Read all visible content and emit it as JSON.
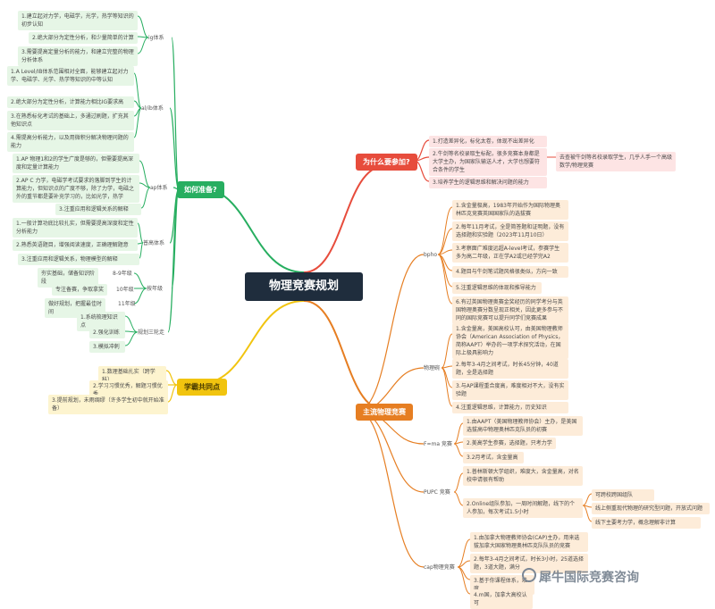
{
  "center": "物理竞赛规划",
  "colors": {
    "green": "#27ae60",
    "red": "#e74c3c",
    "orange": "#e67e22",
    "yellow": "#f1c40f"
  },
  "branch_why": {
    "title": "为什么要参加?",
    "items": [
      "1.打造差异化，标化太卷，体现不出差异化",
      "2.牛剑等名校录取生标配，很多竞赛本身都是大学主办，为国家队输送人才，大学也想要符合条件的学生",
      "3.培养学生的逻辑思维和解决问题的能力"
    ],
    "note": "去查被牛剑等名校录取学生，几乎人手一个高级数学/物理竞赛"
  },
  "branch_prep": {
    "title": "如何准备?",
    "ig": {
      "label": "ig体系",
      "items": [
        "1.建立起对力学，电磁学，光学，热学等知识的初步认知",
        "2.绝大部分为定性分析，和少量简单的计算",
        "3.需要提高定量分析的能力，和建立完整的物理分析体系"
      ]
    },
    "al": {
      "label": "al/ib体系",
      "items": [
        "1.A Level/IB体系范围相对全面，能够建立起对力学、电磁学、光学、热学等知识的中等认知",
        "2.绝大部分为定性分析，计算能力相比IG要求高",
        "3.在熟悉标化考试的基础上，多通过刷题，扩充其他知识点",
        "4.需提高分析能力，以及用微积分解决物理问题的能力"
      ]
    },
    "ap": {
      "label": "ap体系",
      "items": [
        "1.AP 物理1和2的学生广度是够的，但需要提高深度和定量计算能力",
        "2.AP C 力学，电磁学考试要求的落脚到学生的计算能力，但知识点的广度不够，除了力学，电磁之外的重节都是要补充学习的，比如光学，热学",
        "3.注重应用和逻辑关系的解释"
      ]
    },
    "general": {
      "label": "普高体系",
      "items": [
        "1.一般计算功底比较扎实，但需要提高深度和定性分析能力",
        "2.熟悉英语题目，增强阅读速度，正确理解题意",
        "3.注重应用和逻辑关系，物理模型的解释"
      ]
    },
    "grade": {
      "label": "按年级",
      "rows": [
        {
          "text": "夯实基础，储备知识阶段",
          "grade": "8-9年级"
        },
        {
          "text": "专注备赛，争取拿奖",
          "grade": "10年级"
        },
        {
          "text": "做好规划，把握最佳时间",
          "grade": "11年级"
        }
      ]
    },
    "plan": {
      "label": "规划三轮走",
      "items": [
        "1.系统梳理知识点",
        "2.强化训练",
        "3.模拟冲刺"
      ]
    }
  },
  "branch_common": {
    "title": "学霸共同点",
    "items": [
      "1.数理基础扎实（跨学科）",
      "2.学习习惯优秀，解题习惯优秀",
      "3.提前规划，未雨绸缪（许多学生初中就开始准备）"
    ]
  },
  "branch_main": {
    "title": "主流物理竞赛",
    "bpho": {
      "label": "bpho",
      "items": [
        "1.含金量极高，1983年开始作为国际物理奥林匹克竞赛英国国家队的选拔赛",
        "2.每年11月考试，全是简答题和证明题，没有选择题和实验题（2023年11月10日）",
        "3.考察面广难度远超A-level考试，参赛学生多为高二年级，正在学A2或已经学完A2",
        "4.题目与牛剑笔试题风格很类似，方向一致",
        "5.注重逻辑思维的体现和推导能力",
        "6.有过英国物理奥赛金奖经历的同学考分与英国物理奥赛分数呈现正相关，因此更多参与不同的国际竞赛可以提升同学们竞赛成果"
      ]
    },
    "wlb": {
      "label": "物理碗",
      "items": [
        "1.含金量高，美国高校认可，由美国物理教师协会（American Association of Physics，简称AAPT）举办的一项学术探究活动，在国际上极具影响力",
        "2.每年3-4月之间考试，时长45分钟，40道题，全是选择题",
        "3.与AP课程重合度高，难度相对不大，没有实验题",
        "4.注重逻辑思维，计算能力，历史知识"
      ]
    },
    "fma": {
      "label": "F=ma 竞赛",
      "items": [
        "1.由AAPT（美国物理教师协会）主办，是美国选拔高中物理奥林匹克队员的初赛",
        "2.美高学生参赛，选择题，只考力学",
        "3.2月考试，含金量高"
      ]
    },
    "pupc": {
      "label": "PUPC 竞赛",
      "items": [
        "1.普林斯顿大学组织，难度大，含金量高，对名校申请很有帮助",
        "2.Online组队参加，一周时间解题，线下的个人参加，每次考试1.5小时"
      ],
      "sub": [
        "可跨校跨国组队",
        "线上侧重现代物理的研究型问题，开放式问题",
        "线下主要考力学，概念理解非计算"
      ]
    },
    "cap": {
      "label": "cap物理竞赛",
      "items": [
        "1.由加拿大物理教师协会(CAP)主办，用来选拔加拿大国家物理奥林匹克队队员的竞赛",
        "2.每年3-4月之间考试，时长3小时，25道选择题，3道大题，满分",
        "3.基于你课程体系，难度",
        "4.m国，加拿大高校认可"
      ]
    }
  },
  "watermark": "犀牛国际竞赛咨询"
}
